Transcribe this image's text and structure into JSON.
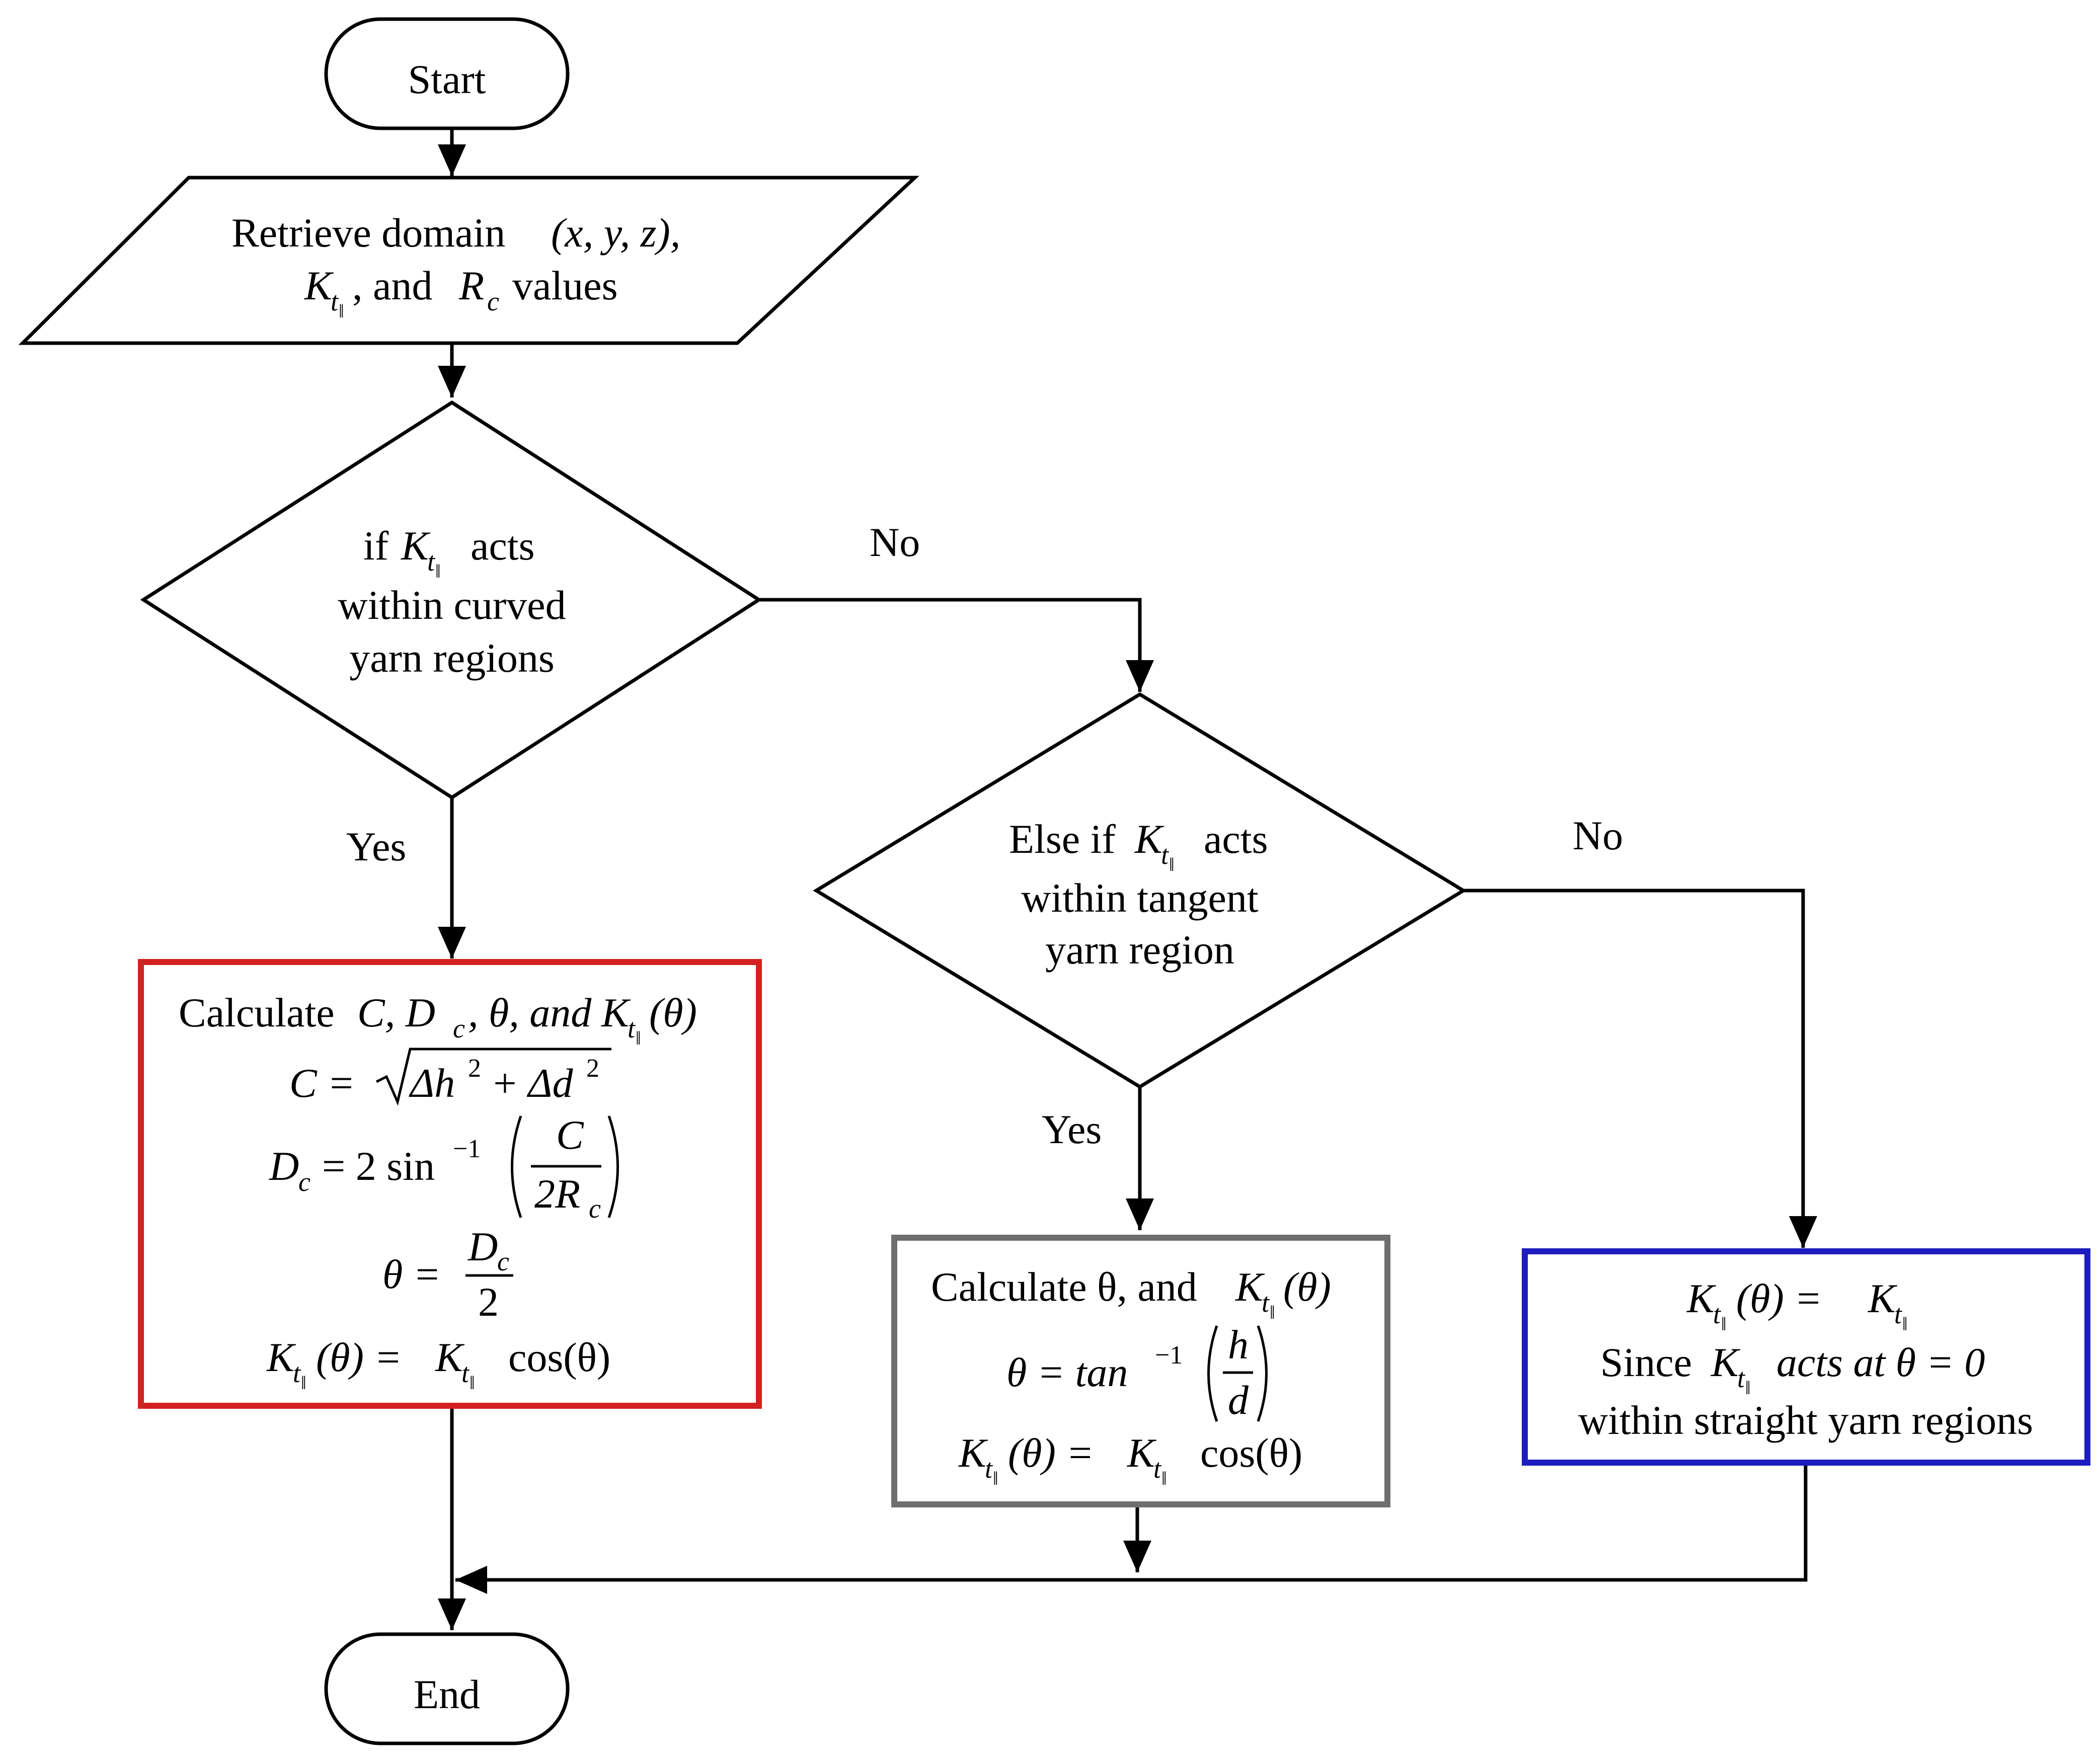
{
  "colors": {
    "curved_box_border": "#d42020",
    "tangent_box_border": "#6e6e6e",
    "straight_box_border": "#1c1cc0",
    "line": "#000000"
  },
  "start": {
    "label": "Start"
  },
  "end": {
    "label": "End"
  },
  "input": {
    "line1": "Retrieve domain",
    "coords": "(x, y, z),",
    "k_symbol": "K",
    "t_symbol": "t",
    "par_symbol": "‖",
    "and_text": ", and",
    "r_symbol": "R",
    "c_symbol": "c",
    "values_text": "values"
  },
  "decision1": {
    "if_text": "if",
    "acts_text": "acts",
    "line2": "within curved",
    "line3": "yarn regions",
    "yes_label": "Yes",
    "no_label": "No"
  },
  "decision2": {
    "else_if_text": "Else if",
    "acts_text": "acts",
    "line2": "within tangent",
    "line3": "yarn region",
    "yes_label": "Yes",
    "no_label": "No"
  },
  "curved_box": {
    "title_calc": "Calculate",
    "title_vars": "C, D",
    "title_c": "c",
    "title_theta": ", θ, and",
    "title_k_arg": "(θ)",
    "eq1_lhs": "C =",
    "eq1_rad": "Δh",
    "eq1_sq": "2",
    "eq1_plus": "+ Δd",
    "eq2_lhs_d": "D",
    "eq2_lhs_c": "c",
    "eq2_eq": "= 2 sin",
    "eq2_inv": "−1",
    "eq2_num": "C",
    "eq2_den": "2R",
    "eq2_den_c": "c",
    "eq3_lhs": "θ =",
    "eq3_num": "D",
    "eq3_num_c": "c",
    "eq3_den": "2",
    "eq4_arg": "(θ) =",
    "eq4_cos": "cos(θ)"
  },
  "tangent_box": {
    "title_calc": "Calculate θ, and",
    "title_k_arg": "(θ)",
    "eq1_lhs": "θ = tan",
    "eq1_inv": "−1",
    "eq1_num": "h",
    "eq1_den": "d",
    "eq2_arg": "(θ) =",
    "eq2_cos": "cos(θ)"
  },
  "straight_box": {
    "eq_arg": "(θ) =",
    "line2_since": "Since",
    "line2_rest": "acts at θ = 0",
    "line3": "within straight yarn regions"
  }
}
